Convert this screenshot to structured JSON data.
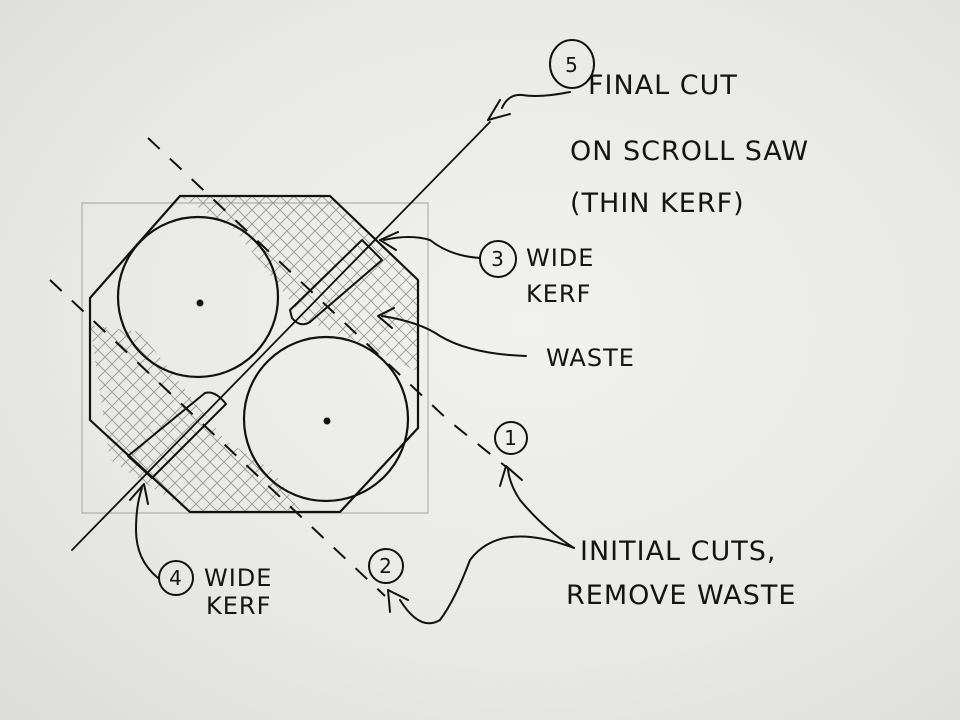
{
  "callouts": {
    "step5": {
      "number": "5",
      "line1": "FINAL CUT",
      "line2": "ON SCROLL SAW",
      "line3": "(THIN KERF)"
    },
    "step3": {
      "number": "3",
      "line1": "WIDE",
      "line2": "KERF"
    },
    "waste": {
      "label": "WASTE"
    },
    "step1": {
      "number": "1"
    },
    "step2": {
      "number": "2"
    },
    "initial": {
      "line1": "INITIAL CUTS,",
      "line2": "REMOVE WASTE"
    },
    "step4": {
      "number": "4",
      "line1": "WIDE",
      "line2": "KERF"
    }
  },
  "colors": {
    "ink": "#111111",
    "pencil": "#a9a9a6",
    "paper": "#ececea"
  }
}
